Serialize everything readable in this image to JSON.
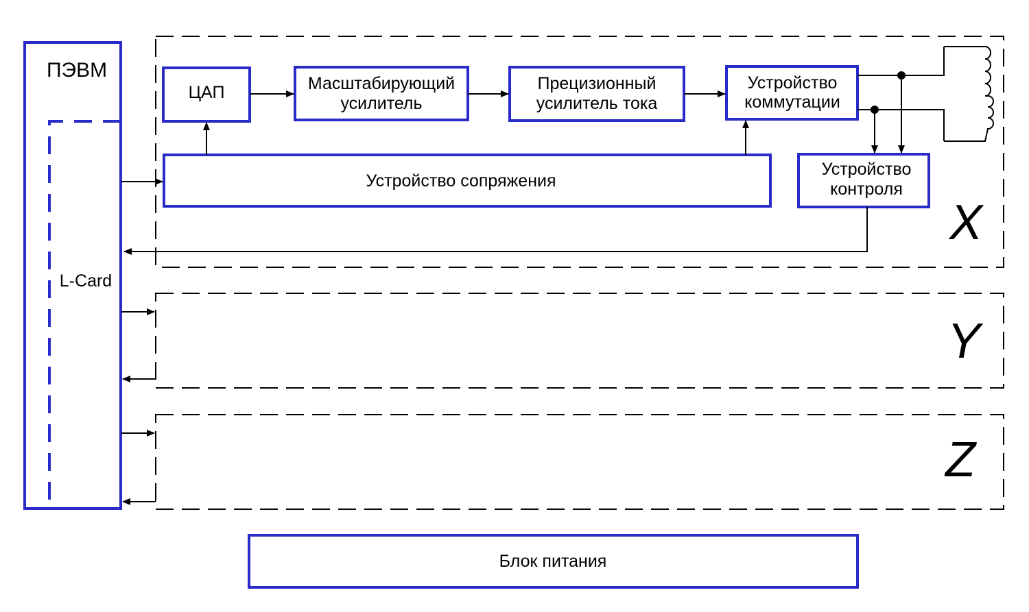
{
  "diagram": {
    "pc": {
      "title": "ПЭВМ",
      "card": "L-Card"
    },
    "blocks": {
      "dac": "ЦАП",
      "scaling_amp": [
        "Масштабирующий",
        "усилитель"
      ],
      "precision_amp": [
        "Прецизионный",
        "усилитель тока"
      ],
      "switching": [
        "Устройство",
        "коммутации"
      ],
      "interface": "Устройство сопряжения",
      "control": [
        "Устройство",
        "контроля"
      ],
      "power": "Блок питания"
    },
    "channels": {
      "x": "X",
      "y": "Y",
      "z": "Z"
    },
    "colors": {
      "block_stroke": "#2a2ac8",
      "line": "#000000"
    }
  }
}
